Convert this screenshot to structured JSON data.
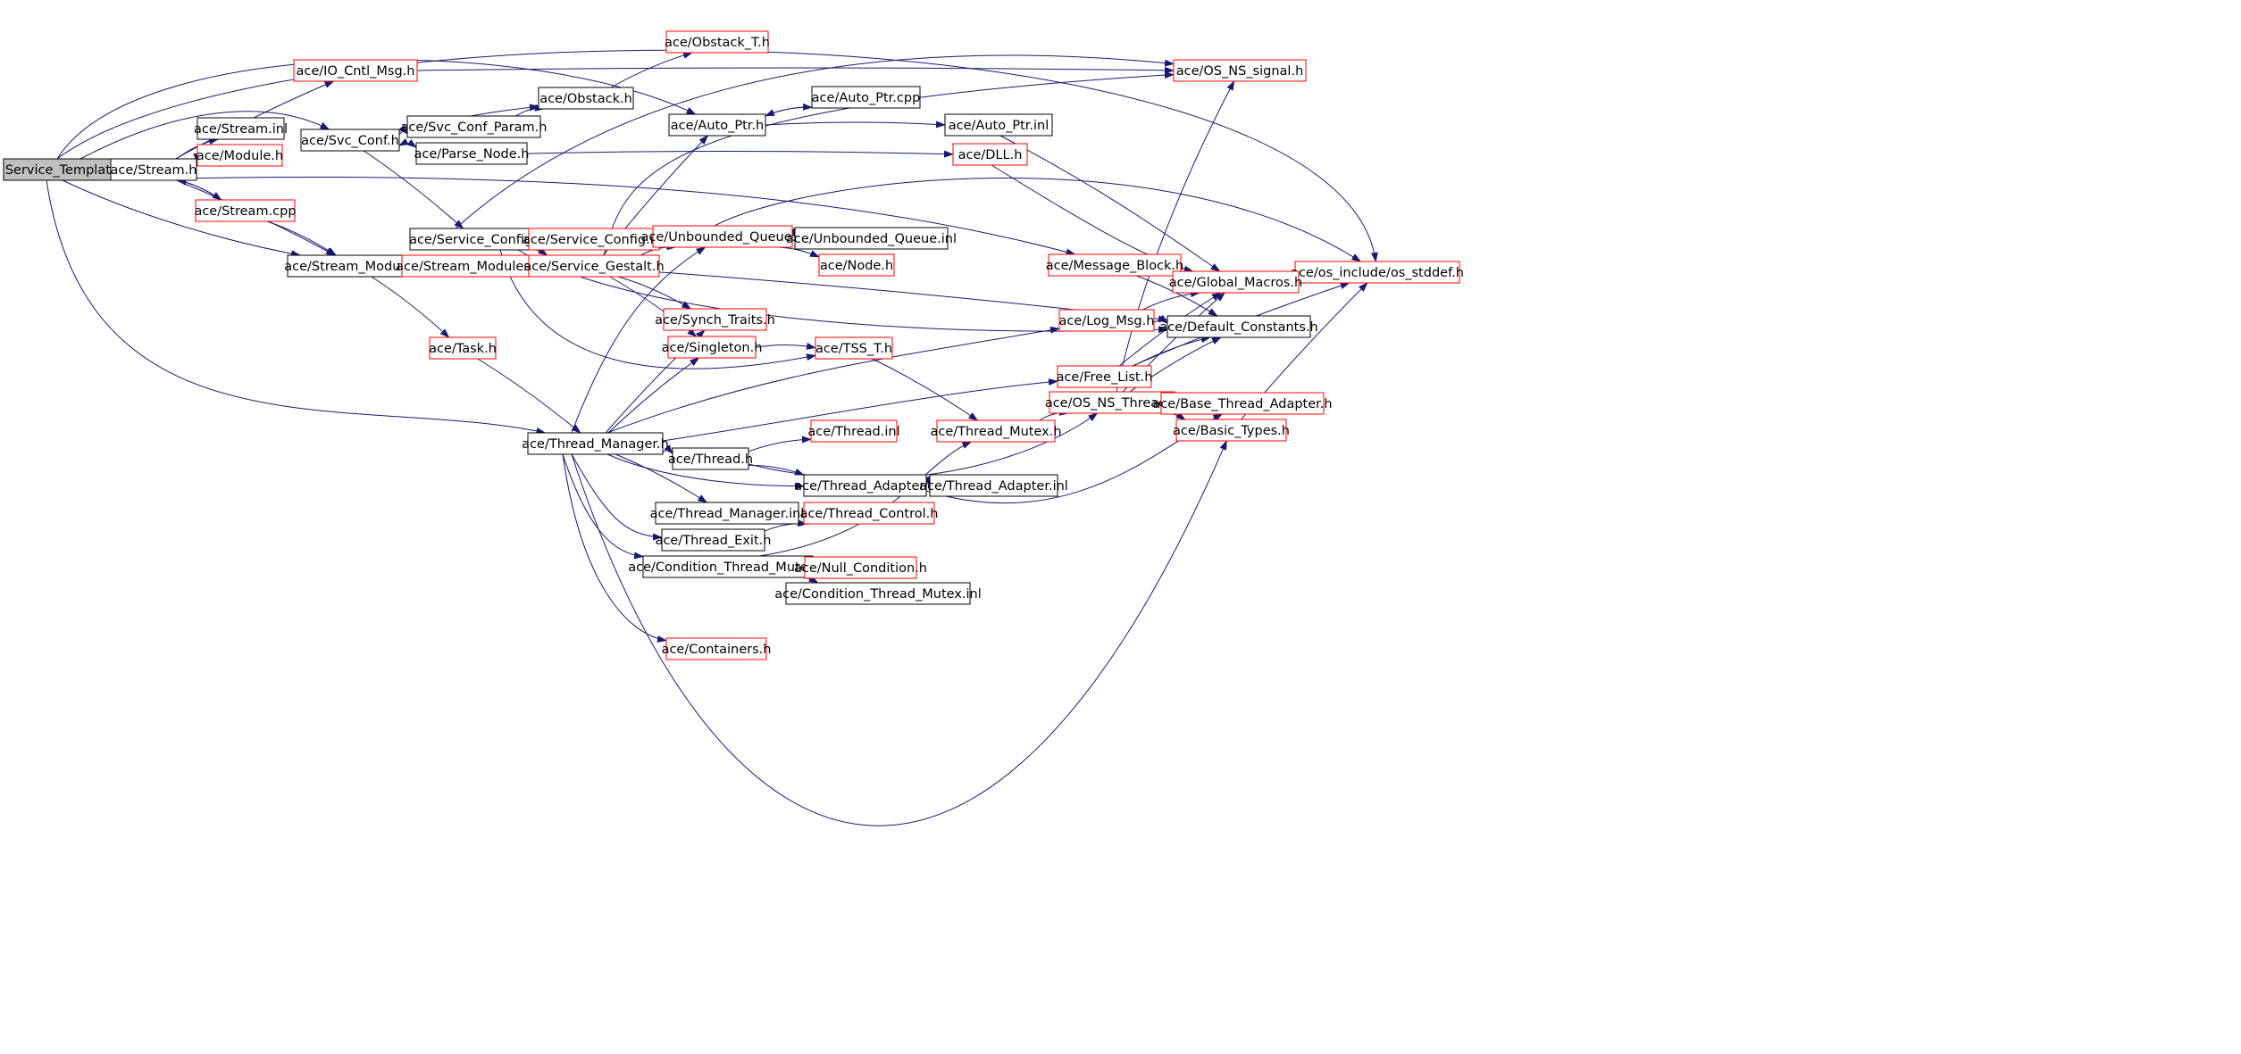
{
  "colors": {
    "edge": "#191970",
    "node_border_black": "#000000",
    "node_border_red": "#ff0000",
    "root_fill": "#bfbfbf",
    "node_fill": "#ffffff"
  },
  "nodes": [
    {
      "id": "service_templates_h",
      "label": "Service_Templates.h",
      "style": "root"
    },
    {
      "id": "stream_h",
      "label": "ace/Stream.h",
      "style": "black"
    },
    {
      "id": "io_cntl_msg_h",
      "label": "ace/IO_Cntl_Msg.h",
      "style": "red"
    },
    {
      "id": "stream_inl",
      "label": "ace/Stream.inl",
      "style": "black"
    },
    {
      "id": "module_h",
      "label": "ace/Module.h",
      "style": "red"
    },
    {
      "id": "stream_cpp",
      "label": "ace/Stream.cpp",
      "style": "red"
    },
    {
      "id": "svc_conf_h",
      "label": "ace/Svc_Conf.h",
      "style": "black"
    },
    {
      "id": "svc_conf_param_h",
      "label": "ace/Svc_Conf_Param.h",
      "style": "black"
    },
    {
      "id": "parse_node_h",
      "label": "ace/Parse_Node.h",
      "style": "black"
    },
    {
      "id": "obstack_h",
      "label": "ace/Obstack.h",
      "style": "black"
    },
    {
      "id": "obstack_t_h",
      "label": "ace/Obstack_T.h",
      "style": "red"
    },
    {
      "id": "auto_ptr_h",
      "label": "ace/Auto_Ptr.h",
      "style": "black"
    },
    {
      "id": "auto_ptr_cpp",
      "label": "ace/Auto_Ptr.cpp",
      "style": "black"
    },
    {
      "id": "auto_ptr_inl",
      "label": "ace/Auto_Ptr.inl",
      "style": "black"
    },
    {
      "id": "dll_h",
      "label": "ace/DLL.h",
      "style": "red"
    },
    {
      "id": "os_ns_signal_h",
      "label": "ace/OS_NS_signal.h",
      "style": "red"
    },
    {
      "id": "os_stddef_h",
      "label": "ace/os_include/os_stddef.h",
      "style": "red"
    },
    {
      "id": "stream_modules_h",
      "label": "ace/Stream_Modules.h",
      "style": "black"
    },
    {
      "id": "stream_modules_cpp",
      "label": "ace/Stream_Modules.cpp",
      "style": "red"
    },
    {
      "id": "service_config_h",
      "label": "ace/Service_Config.h",
      "style": "black"
    },
    {
      "id": "service_config_inl",
      "label": "ace/Service_Config.inl",
      "style": "red"
    },
    {
      "id": "service_gestalt_h",
      "label": "ace/Service_Gestalt.h",
      "style": "red"
    },
    {
      "id": "unbounded_queue_h",
      "label": "ace/Unbounded_Queue.h",
      "style": "red"
    },
    {
      "id": "unbounded_queue_inl",
      "label": "ace/Unbounded_Queue.inl",
      "style": "black"
    },
    {
      "id": "node_h",
      "label": "ace/Node.h",
      "style": "red"
    },
    {
      "id": "message_block_h",
      "label": "ace/Message_Block.h",
      "style": "red"
    },
    {
      "id": "global_macros_h",
      "label": "ace/Global_Macros.h",
      "style": "red"
    },
    {
      "id": "default_constants_h",
      "label": "ace/Default_Constants.h",
      "style": "black"
    },
    {
      "id": "log_msg_h",
      "label": "ace/Log_Msg.h",
      "style": "red"
    },
    {
      "id": "synch_traits_h",
      "label": "ace/Synch_Traits.h",
      "style": "red"
    },
    {
      "id": "singleton_h",
      "label": "ace/Singleton.h",
      "style": "red"
    },
    {
      "id": "tss_t_h",
      "label": "ace/TSS_T.h",
      "style": "red"
    },
    {
      "id": "task_h",
      "label": "ace/Task.h",
      "style": "red"
    },
    {
      "id": "free_list_h",
      "label": "ace/Free_List.h",
      "style": "red"
    },
    {
      "id": "os_ns_thread_h",
      "label": "ace/OS_NS_Thread.h",
      "style": "red"
    },
    {
      "id": "base_thread_adapter_h",
      "label": "ace/Base_Thread_Adapter.h",
      "style": "red"
    },
    {
      "id": "basic_types_h",
      "label": "ace/Basic_Types.h",
      "style": "red"
    },
    {
      "id": "thread_mutex_h",
      "label": "ace/Thread_Mutex.h",
      "style": "red"
    },
    {
      "id": "thread_manager_h",
      "label": "ace/Thread_Manager.h",
      "style": "black"
    },
    {
      "id": "thread_inl",
      "label": "ace/Thread.inl",
      "style": "red"
    },
    {
      "id": "thread_h",
      "label": "ace/Thread.h",
      "style": "black"
    },
    {
      "id": "thread_adapter_h",
      "label": "ace/Thread_Adapter.h",
      "style": "black"
    },
    {
      "id": "thread_adapter_inl",
      "label": "ace/Thread_Adapter.inl",
      "style": "black"
    },
    {
      "id": "thread_manager_inl",
      "label": "ace/Thread_Manager.inl",
      "style": "black"
    },
    {
      "id": "thread_control_h",
      "label": "ace/Thread_Control.h",
      "style": "red"
    },
    {
      "id": "thread_exit_h",
      "label": "ace/Thread_Exit.h",
      "style": "black"
    },
    {
      "id": "condition_thread_mutex_h",
      "label": "ace/Condition_Thread_Mutex.h",
      "style": "black"
    },
    {
      "id": "null_condition_h",
      "label": "ace/Null_Condition.h",
      "style": "red"
    },
    {
      "id": "condition_thread_mutex_inl",
      "label": "ace/Condition_Thread_Mutex.inl",
      "style": "black"
    },
    {
      "id": "containers_h",
      "label": "ace/Containers.h",
      "style": "red"
    }
  ],
  "edges": [
    [
      "service_templates_h",
      "stream_h"
    ],
    [
      "service_templates_h",
      "svc_conf_h"
    ],
    [
      "service_templates_h",
      "auto_ptr_h"
    ],
    [
      "service_templates_h",
      "os_stddef_h"
    ],
    [
      "service_templates_h",
      "stream_modules_h"
    ],
    [
      "service_templates_h",
      "thread_manager_h"
    ],
    [
      "stream_h",
      "io_cntl_msg_h"
    ],
    [
      "stream_h",
      "stream_inl"
    ],
    [
      "stream_h",
      "module_h"
    ],
    [
      "stream_h",
      "stream_cpp"
    ],
    [
      "stream_h",
      "message_block_h"
    ],
    [
      "stream_h",
      "stream_modules_h"
    ],
    [
      "stream_cpp",
      "stream_h"
    ],
    [
      "stream_cpp",
      "stream_modules_h"
    ],
    [
      "io_cntl_msg_h",
      "os_ns_signal_h"
    ],
    [
      "svc_conf_h",
      "obstack_h"
    ],
    [
      "svc_conf_h",
      "svc_conf_param_h"
    ],
    [
      "svc_conf_h",
      "parse_node_h"
    ],
    [
      "svc_conf_h",
      "service_config_h"
    ],
    [
      "svc_conf_param_h",
      "obstack_h"
    ],
    [
      "parse_node_h",
      "svc_conf_h"
    ],
    [
      "parse_node_h",
      "dll_h"
    ],
    [
      "obstack_h",
      "obstack_t_h"
    ],
    [
      "auto_ptr_h",
      "auto_ptr_cpp"
    ],
    [
      "auto_ptr_h",
      "auto_ptr_inl"
    ],
    [
      "auto_ptr_cpp",
      "auto_ptr_h"
    ],
    [
      "auto_ptr_inl",
      "global_macros_h"
    ],
    [
      "dll_h",
      "global_macros_h"
    ],
    [
      "stream_modules_cpp",
      "stream_modules_h"
    ],
    [
      "stream_modules_h",
      "task_h"
    ],
    [
      "service_config_h",
      "service_config_inl"
    ],
    [
      "service_config_h",
      "service_gestalt_h"
    ],
    [
      "service_config_h",
      "os_ns_signal_h"
    ],
    [
      "service_config_h",
      "default_constants_h"
    ],
    [
      "service_config_h",
      "tss_t_h"
    ],
    [
      "service_gestalt_h",
      "auto_ptr_h"
    ],
    [
      "service_gestalt_h",
      "unbounded_queue_h"
    ],
    [
      "service_gestalt_h",
      "os_ns_signal_h"
    ],
    [
      "service_gestalt_h",
      "synch_traits_h"
    ],
    [
      "service_gestalt_h",
      "singleton_h"
    ],
    [
      "service_gestalt_h",
      "default_constants_h"
    ],
    [
      "unbounded_queue_h",
      "unbounded_queue_inl"
    ],
    [
      "unbounded_queue_h",
      "node_h"
    ],
    [
      "unbounded_queue_h",
      "os_stddef_h"
    ],
    [
      "message_block_h",
      "global_macros_h"
    ],
    [
      "message_block_h",
      "default_constants_h"
    ],
    [
      "log_msg_h",
      "global_macros_h"
    ],
    [
      "log_msg_h",
      "default_constants_h"
    ],
    [
      "free_list_h",
      "global_macros_h"
    ],
    [
      "free_list_h",
      "default_constants_h"
    ],
    [
      "free_list_h",
      "os_stddef_h"
    ],
    [
      "os_ns_thread_h",
      "os_ns_signal_h"
    ],
    [
      "os_ns_thread_h",
      "global_macros_h"
    ],
    [
      "os_ns_thread_h",
      "default_constants_h"
    ],
    [
      "os_ns_thread_h",
      "base_thread_adapter_h"
    ],
    [
      "os_ns_thread_h",
      "basic_types_h"
    ],
    [
      "basic_types_h",
      "os_stddef_h"
    ],
    [
      "singleton_h",
      "tss_t_h"
    ],
    [
      "tss_t_h",
      "thread_mutex_h"
    ],
    [
      "thread_mutex_h",
      "os_ns_thread_h"
    ],
    [
      "task_h",
      "thread_manager_h"
    ],
    [
      "thread_manager_h",
      "unbounded_queue_h"
    ],
    [
      "thread_manager_h",
      "synch_traits_h"
    ],
    [
      "thread_manager_h",
      "singleton_h"
    ],
    [
      "thread_manager_h",
      "log_msg_h"
    ],
    [
      "thread_manager_h",
      "free_list_h"
    ],
    [
      "thread_manager_h",
      "thread_h"
    ],
    [
      "thread_manager_h",
      "thread_adapter_h"
    ],
    [
      "thread_manager_h",
      "thread_manager_inl"
    ],
    [
      "thread_manager_h",
      "thread_exit_h"
    ],
    [
      "thread_manager_h",
      "condition_thread_mutex_h"
    ],
    [
      "thread_manager_h",
      "containers_h"
    ],
    [
      "thread_manager_h",
      "basic_types_h"
    ],
    [
      "thread_h",
      "thread_inl"
    ],
    [
      "thread_h",
      "os_ns_thread_h"
    ],
    [
      "thread_h",
      "thread_adapter_h"
    ],
    [
      "thread_adapter_h",
      "thread_adapter_inl"
    ],
    [
      "thread_adapter_h",
      "base_thread_adapter_h"
    ],
    [
      "thread_exit_h",
      "thread_control_h"
    ],
    [
      "condition_thread_mutex_h",
      "null_condition_h"
    ],
    [
      "condition_thread_mutex_h",
      "condition_thread_mutex_inl"
    ],
    [
      "condition_thread_mutex_h",
      "thread_mutex_h"
    ]
  ]
}
